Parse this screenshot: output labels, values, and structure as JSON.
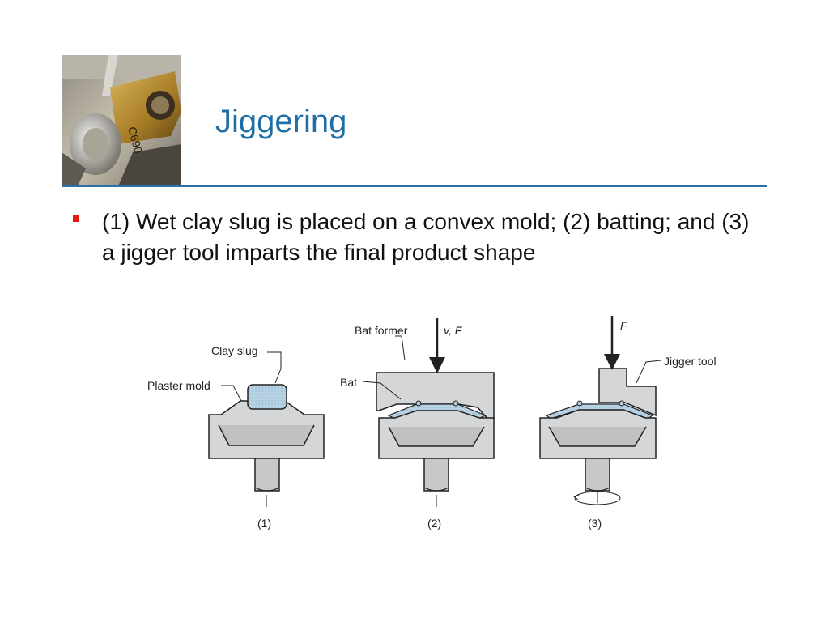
{
  "slide": {
    "title": "Jiggering",
    "bullet": "(1) Wet clay slug is placed on a convex mold; (2) batting; and (3) a jigger tool imparts the final product shape"
  },
  "figure": {
    "labels": {
      "clay_slug": "Clay slug",
      "plaster_mold": "Plaster mold",
      "bat_former": "Bat former",
      "vF": "v, F",
      "bat": "Bat",
      "F": "F",
      "jigger_tool": "Jigger tool"
    },
    "steps": [
      "(1)",
      "(2)",
      "(3)"
    ]
  },
  "colors": {
    "title": "#1f6fa6",
    "rule": "#2a6fa8",
    "bullet_marker": "#e3180f",
    "mold_fill": "#d4d6d8",
    "clay_fill": "#b7d3e3"
  }
}
